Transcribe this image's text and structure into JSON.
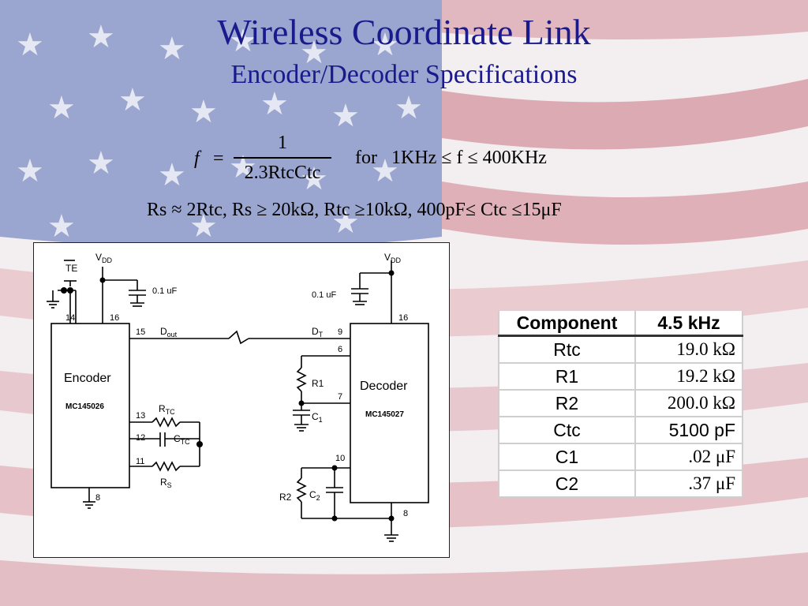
{
  "slide": {
    "title": "Wireless Coordinate Link",
    "subtitle": "Encoder/Decoder Specifications"
  },
  "formula": {
    "f_var": "f",
    "equals": "=",
    "numerator": "1",
    "denominator": "2.3RtcCtc",
    "condition": "for   1KHz ≤ f ≤ 400KHz",
    "constraints": "Rs ≈ 2Rtc, Rs ≥ 20kΩ, Rtc ≥10kΩ, 400pF≤ Ctc ≤15μF"
  },
  "circuit": {
    "encoder_label": "Encoder",
    "encoder_part": "MC145026",
    "decoder_label": "Decoder",
    "decoder_part": "MC145027",
    "vdd_left": "V",
    "vdd_sub": "DD",
    "cap_left": "0.1 uF",
    "cap_right": "0.1 uF",
    "te": "TE",
    "dout": "D",
    "dout_sub": "out",
    "din": "D",
    "din_sub": "T",
    "rtc": "R",
    "rtc_sub": "TC",
    "ctc": "C",
    "ctc_sub": "TC",
    "rs": "R",
    "rs_sub": "S",
    "r1": "R1",
    "c1": "C",
    "c1_sub": "1",
    "r2": "R2",
    "c2": "C",
    "c2_sub": "2",
    "pins": [
      "14",
      "16",
      "15",
      "13",
      "12",
      "11",
      "8",
      "9",
      "16",
      "6",
      "7",
      "10",
      "8"
    ]
  },
  "table": {
    "headers": [
      "Component",
      "4.5 kHz"
    ],
    "rows": [
      [
        "Rtc",
        "19.0 kΩ"
      ],
      [
        "R1",
        "19.2 kΩ"
      ],
      [
        "R2",
        "200.0 kΩ"
      ],
      [
        "Ctc",
        "5100 pF"
      ],
      [
        "C1",
        ".02 μF"
      ],
      [
        "C2",
        ".37 μF"
      ]
    ]
  },
  "colors": {
    "title": "#1a1a8c",
    "flag_red": "#d9a4ad",
    "flag_blue": "#8b99c6",
    "flag_white": "#f3eef0"
  }
}
